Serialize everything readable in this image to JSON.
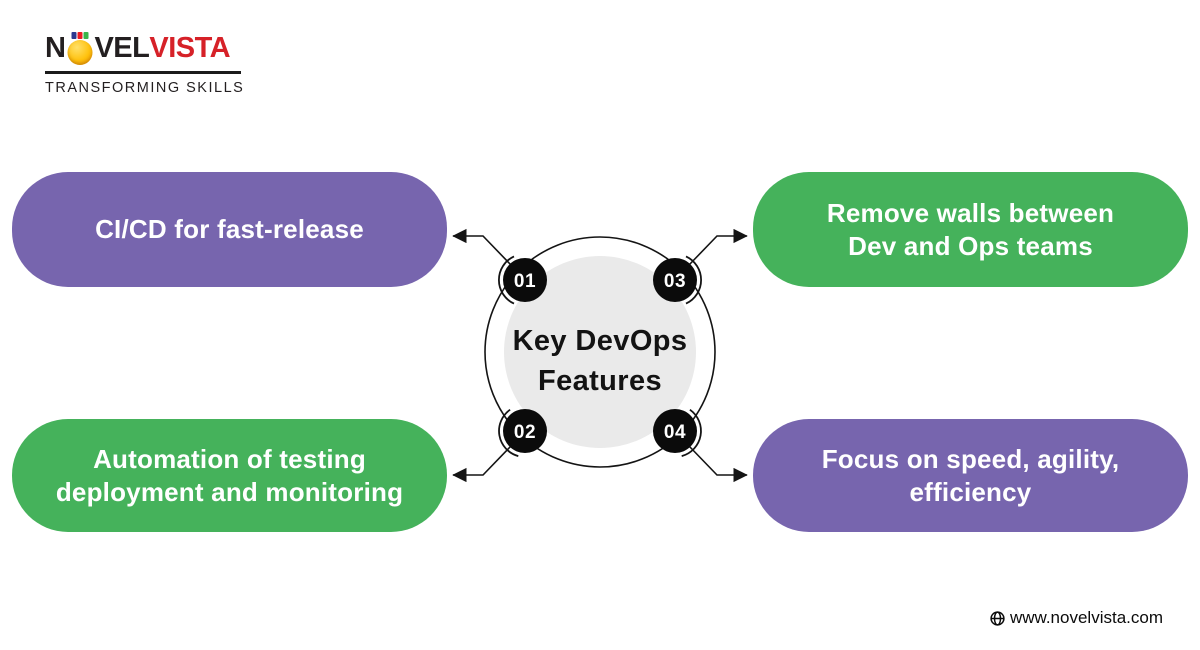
{
  "logo": {
    "brand_prefix": "N",
    "brand_mid": "VEL",
    "brand_suffix": "VISTA",
    "tagline": "TRANSFORMING SKILLS",
    "medal_icon": "medal-icon",
    "colors": {
      "brand_black": "#231F20",
      "brand_red": "#D62128",
      "medal_gold": "#FFC20E",
      "ribbon_blue": "#2B3990",
      "ribbon_red": "#EC1C24",
      "ribbon_green": "#3AB54A"
    }
  },
  "diagram": {
    "center_title_line1": "Key DevOps",
    "center_title_line2": "Features",
    "features": [
      {
        "number": "01",
        "position": "top-left",
        "color": "#7765AE",
        "lines": [
          "CI/CD for fast-release",
          ""
        ]
      },
      {
        "number": "02",
        "position": "bottom-left",
        "color": "#45B25B",
        "lines": [
          "Automation of testing",
          "deployment and monitoring"
        ]
      },
      {
        "number": "03",
        "position": "top-right",
        "color": "#45B25B",
        "lines": [
          "Remove walls between",
          "Dev and Ops teams"
        ]
      },
      {
        "number": "04",
        "position": "bottom-right",
        "color": "#7765AE",
        "lines": [
          "Focus on speed, agility,",
          "efficiency"
        ]
      }
    ],
    "colors": {
      "purple": "#7765AE",
      "green": "#45B25B",
      "badge_black": "#0B0B0B",
      "inner_circle_gray": "#EAEAEA",
      "outline_black": "#141414"
    }
  },
  "footer": {
    "globe_icon": "globe-icon",
    "website": "www.novelvista.com"
  }
}
